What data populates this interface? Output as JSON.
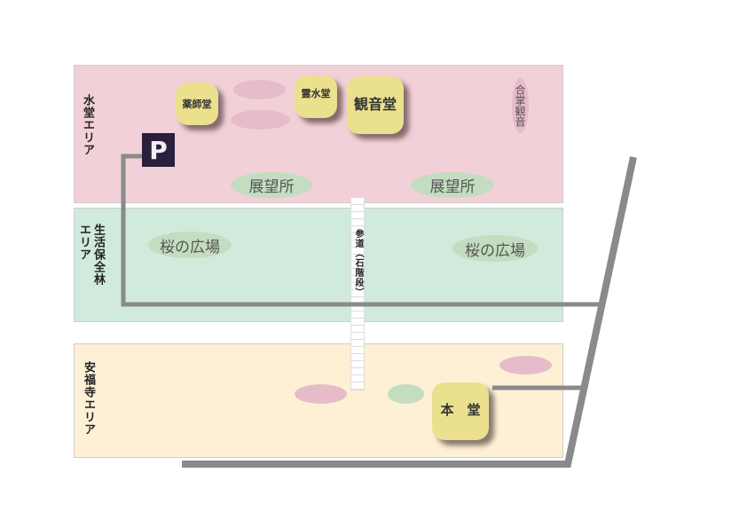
{
  "zones": [
    {
      "label": "水堂エリア",
      "color": "#f2d0d7"
    },
    {
      "label_1": "生活保全林",
      "label_2": "エリア",
      "color": "#d0eadc"
    },
    {
      "label": "安福寺エリア",
      "color": "#fdf0d5"
    }
  ],
  "buildings": {
    "yakushido": "薬師堂",
    "reisuido": "霊水堂",
    "kannondo": "観音堂",
    "hondo": "本　堂"
  },
  "parking": "P",
  "spots": {
    "viewpoint": "展望所",
    "sakura": "桜の広場",
    "gassho": "合掌観音"
  },
  "approach": "参道（石階段）",
  "colors": {
    "road": "#8a8a8a",
    "building": "#ebe08e",
    "parking": "#2a1f3d"
  }
}
